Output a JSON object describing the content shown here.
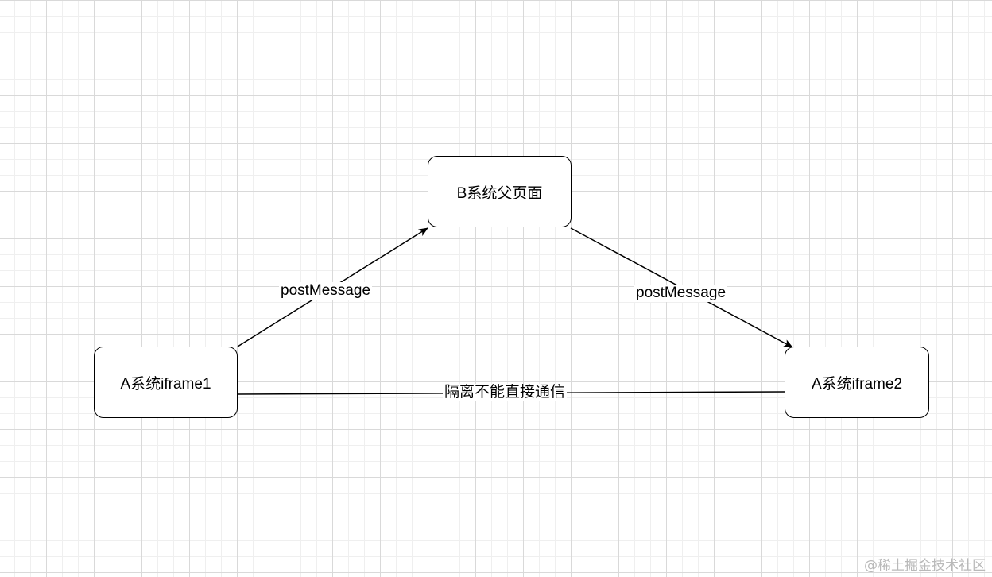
{
  "diagram": {
    "nodes": {
      "parent": {
        "label": "B系统父页面"
      },
      "iframe1": {
        "label": "A系统iframe1"
      },
      "iframe2": {
        "label": "A系统iframe2"
      }
    },
    "edges": {
      "iframe1_to_parent": {
        "label": "postMessage"
      },
      "parent_to_iframe2": {
        "label": "postMessage"
      },
      "iframe1_iframe2": {
        "label": "隔离不能直接通信"
      }
    }
  },
  "watermark": "@稀土掘金技术社区",
  "colors": {
    "stroke": "#000000",
    "node_fill": "#ffffff",
    "grid_major": "#d9d9d9",
    "grid_minor": "#efefef",
    "watermark": "#b9b9b9"
  }
}
